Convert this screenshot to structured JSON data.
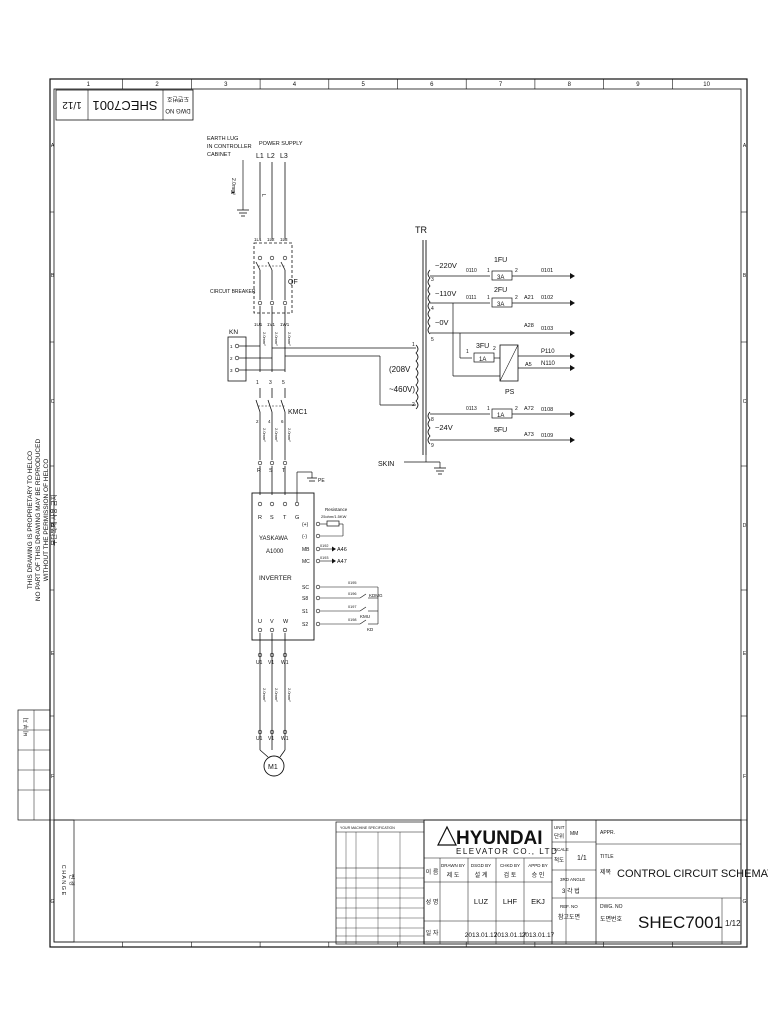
{
  "border": {
    "top_numbers": [
      "1",
      "2",
      "3",
      "4",
      "5",
      "6",
      "7",
      "8",
      "9",
      "10"
    ],
    "side_letters": [
      "A",
      "B",
      "C",
      "D",
      "E",
      "F",
      "G"
    ]
  },
  "dwg_tab": {
    "sheet": "1/12",
    "number": "SHEC7001",
    "label_kr": "도면번호",
    "label_en": "DWG NO"
  },
  "proprietary_note": {
    "lines": [
      "THIS DRAWING IS PROPRIETARY TO HELCO",
      "NO PART OF THIS DRAWING MAY BE REPRODUCED",
      "WITHOUT THE PERMISSION OF HELCO",
      "무단복제 사용 금지"
    ]
  },
  "left_tables": {
    "row_labels": [
      "비 부 지",
      "C H A N G E",
      "변 경"
    ]
  },
  "supply": {
    "earth": [
      "EARTH LUG",
      "IN CONTROLLER",
      "CABINET"
    ],
    "power": "POWER SUPPLY",
    "phases": [
      "L1",
      "L2",
      "L3"
    ],
    "earth_cable": "2.0mm²",
    "earth_tag": "E"
  },
  "breaker": {
    "label": "CIRCUIT BREAKER",
    "tag": "QF",
    "in_terminals": [
      "1L1",
      "1L2",
      "1L3"
    ],
    "out_terminals": [
      "1U1",
      "1V1",
      "1W1"
    ]
  },
  "kn": {
    "label": "KN",
    "pins": [
      "1",
      "2",
      "3"
    ]
  },
  "contactor": {
    "label": "KMC1",
    "top_terminals": [
      "1",
      "3",
      "5"
    ],
    "bottom_terminals": [
      "2",
      "4",
      "6"
    ],
    "outputs": [
      "R",
      "S",
      "T"
    ],
    "pe": "PE"
  },
  "transformer": {
    "label": "TR",
    "primary": [
      "(208V",
      "~460V)"
    ],
    "primary_terminals": [
      "1",
      "2"
    ],
    "taps": [
      {
        "num": "3",
        "v": "~220V",
        "wire": "0110",
        "fuse": "1FU",
        "rating": "3A",
        "out": "0101"
      },
      {
        "num": "4",
        "v": "~110V",
        "wire": "0111",
        "fuse": "2FU",
        "rating": "3A",
        "ref": "A21",
        "out": "0102"
      },
      {
        "num": "5",
        "v": "~0V",
        "ref": "A28",
        "out": "0103"
      }
    ],
    "ps": {
      "label": "PS",
      "fuse": "3FU",
      "rating": "1A",
      "ref": "A5",
      "out1": "P110",
      "out2": "N110"
    },
    "tap24": {
      "num": "8",
      "num2": "9",
      "v": "~24V",
      "wire": "0113",
      "fuse": "5FU",
      "rating": "1A",
      "ref1": "A72",
      "ref2": "A73",
      "out1": "0108",
      "out2": "0109"
    },
    "skin": "SKIN"
  },
  "inverter": {
    "brand": "YASKAWA",
    "model": "A1000",
    "label": "INVERTER",
    "inputs": [
      "R",
      "S",
      "T",
      "G"
    ],
    "resistance": [
      "Resistance",
      "25ohm/1.5KW"
    ],
    "right_terms": [
      "(+)",
      "(-)",
      "MB",
      "MC",
      "SC",
      "S8",
      "S1",
      "S2"
    ],
    "right_refs": [
      "",
      "",
      "A46",
      "A47"
    ],
    "right_wires": [
      "0192",
      "0193",
      "0195",
      "0196",
      "0197",
      "0198"
    ],
    "outputs": [
      "U",
      "V",
      "W"
    ],
    "relays": [
      "KDMG",
      "KMU",
      "KD"
    ]
  },
  "motor": {
    "label": "M1",
    "top": [
      "U1",
      "V1",
      "W1"
    ],
    "bottom": [
      "U1",
      "V1",
      "W1"
    ]
  },
  "title_block": {
    "company": "HYUNDAI",
    "company_sub": "ELEVATOR CO., LTD",
    "drawn_by": [
      "DRAWN BY",
      "제 도"
    ],
    "dsgd_by": [
      "DSGD BY",
      "설 계"
    ],
    "chkd_by": [
      "CHKD BY",
      "검 토"
    ],
    "appd_by": [
      "APPD BY",
      "승 인"
    ],
    "name_row": [
      "성 명",
      "LUZ",
      "LHF",
      "EKJ"
    ],
    "date_row": [
      "일 자",
      "2013.01.17",
      "2013.01.17",
      "2013.01.17"
    ],
    "name_kr": "이 름",
    "unit": [
      "UNIT",
      "단위"
    ],
    "scale": [
      "SCALE",
      "척도"
    ],
    "scale_val": "1/1",
    "angle": [
      "3RD ANGLE",
      "3 각 법"
    ],
    "ref": [
      "REF. NO",
      "참고도면"
    ],
    "mm_label": "MM",
    "approval": "APPR.",
    "title_label": [
      "TITLE",
      "제목"
    ],
    "title": "CONTROL CIRCUIT SCHEMATIC",
    "dwg_label": [
      "DWG. NO",
      "도면번호"
    ],
    "dwg_no": "SHEC7001",
    "sheet": "1/12"
  },
  "spec_table": {
    "header": "YOUR MACHINE SPECIFICATION"
  }
}
